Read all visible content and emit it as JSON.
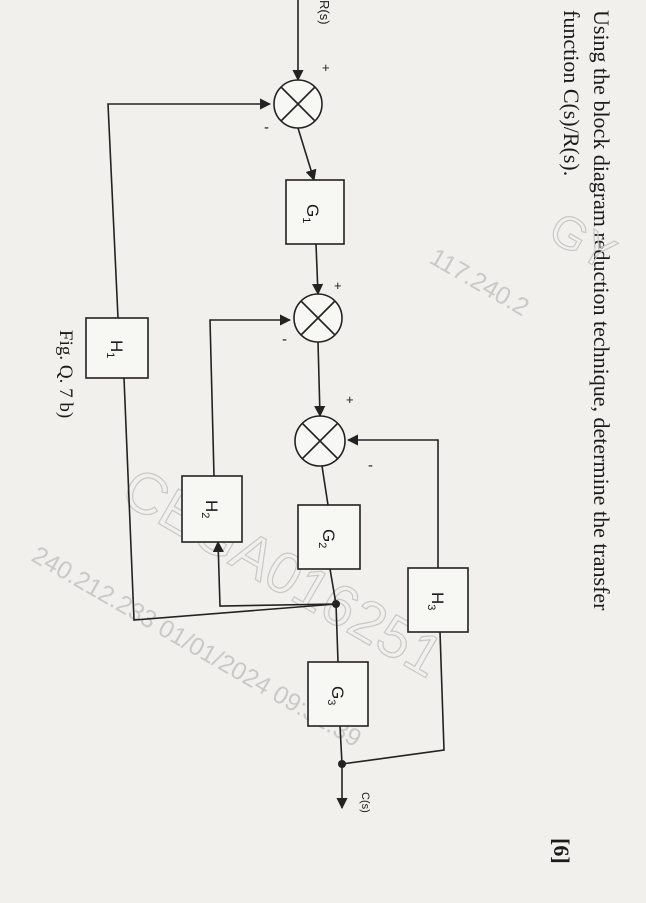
{
  "question": {
    "line1": "Using the block diagram reduction technique, determine the transfer",
    "line2": "function C(s)/R(s).",
    "marks": "[6]"
  },
  "figure": {
    "caption": "Fig. Q. 7 b)",
    "input_label": "R(s)",
    "output_label": "C(s)",
    "blocks": {
      "G1": {
        "main": "G",
        "sub": "1"
      },
      "G2": {
        "main": "G",
        "sub": "2"
      },
      "G3": {
        "main": "G",
        "sub": "3"
      },
      "H1": {
        "main": "H",
        "sub": "1"
      },
      "H2": {
        "main": "H",
        "sub": "2"
      },
      "H3": {
        "main": "H",
        "sub": "3"
      }
    },
    "signs": {
      "sum1_plus": "+",
      "sum1_minus": "-",
      "sum2_plus": "+",
      "sum2_minus": "-",
      "sum3_plus": "+",
      "sum3_minus": "-"
    }
  },
  "watermarks": {
    "code": "CEGA016251",
    "ip_date_time": "240.212.233 01/01/2024 09:32:39",
    "ip_partial": "117.240.2",
    "mark": "GY"
  }
}
